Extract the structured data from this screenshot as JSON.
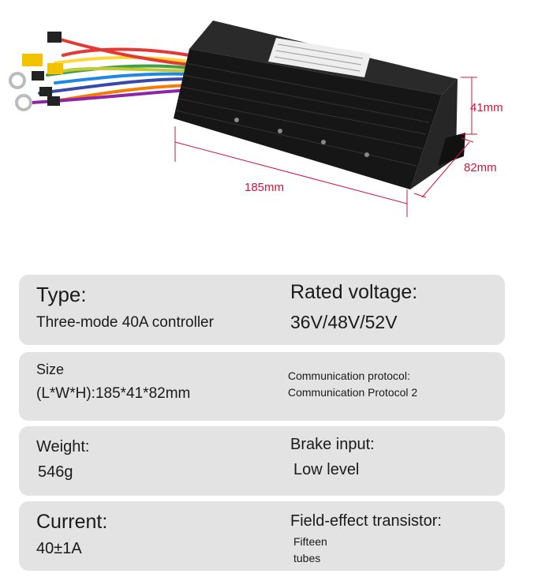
{
  "dimensions": {
    "length": "185mm",
    "height": "41mm",
    "width": "82mm"
  },
  "specs": {
    "type_label": "Type:",
    "type_value": "Three-mode 40A controller",
    "voltage_label": "Rated voltage:",
    "voltage_value": "36V/48V/52V",
    "size_label": "Size",
    "size_value": "(L*W*H):185*41*82mm",
    "protocol_label": "Communication protocol:",
    "protocol_value": "Communication Protocol 2",
    "weight_label": "Weight:",
    "weight_value": "546g",
    "brake_label": "Brake input:",
    "brake_value": "Low level",
    "current_label": "Current:",
    "current_value": "40±1A",
    "fet_label": "Field-effect transistor:",
    "fet_value_line1": "Fifteen",
    "fet_value_line2": "tubes"
  },
  "colors": {
    "card": "#e3e3e3",
    "dimension": "#d4143a",
    "body": "#1c1c1c"
  }
}
